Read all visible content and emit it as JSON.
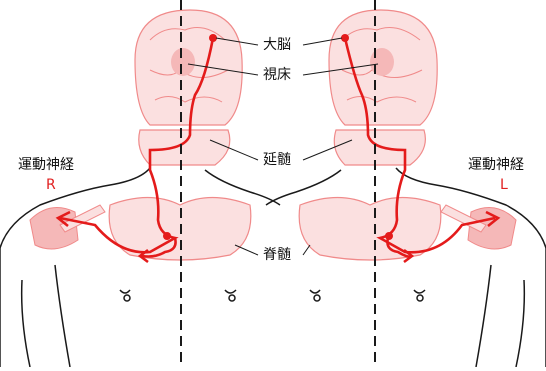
{
  "labels": {
    "cerebrum": "大脳",
    "thalamus": "視床",
    "medulla": "延髄",
    "spinal_cord": "脊髄",
    "motor_nerve_left_panel": "運動神経",
    "motor_nerve_right_panel": "運動神経",
    "side_left_panel": "R",
    "side_right_panel": "L"
  },
  "colors": {
    "pathway": "#e41b1b",
    "anatomy_outline": "#f08a8a",
    "anatomy_fill": "#fbe0e0",
    "body_outline": "#1a1a1a",
    "midline": "#1a1a1a"
  }
}
